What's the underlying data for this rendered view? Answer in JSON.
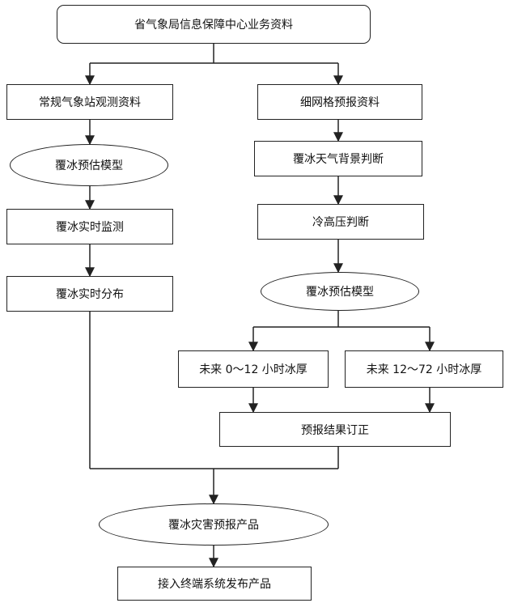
{
  "flowchart": {
    "source": "省气象局信息保障中心业务资料",
    "station_data": "常规气象站观测资料",
    "grid_forecast": "细网格预报资料",
    "icing_model_left": "覆冰预估模型",
    "weather_background": "覆冰天气背景判断",
    "icing_monitoring": "覆冰实时监测",
    "cold_high": "冷高压判断",
    "icing_distribution": "覆冰实时分布",
    "icing_model_right": "覆冰预估模型",
    "thickness_0_12": "未来 0～12 小时冰厚",
    "thickness_12_72": "未来 12～72 小时冰厚",
    "forecast_revision": "预报结果订正",
    "disaster_product": "覆冰灾害预报产品",
    "publish_system": "接入终端系统发布产品"
  },
  "colors": {
    "stroke": "#222222",
    "text": "#111111",
    "background": "#ffffff"
  }
}
